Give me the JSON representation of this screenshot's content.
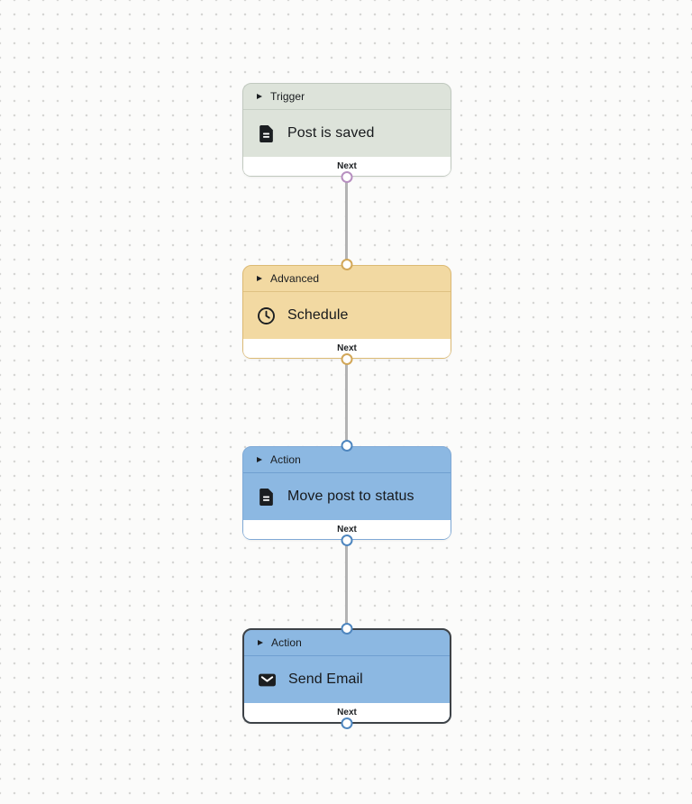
{
  "canvas": {
    "background": "#fbfbfa",
    "dot_color": "#d6d6d4",
    "connector_color": "#b3b3b3"
  },
  "nodes": [
    {
      "category": "Trigger",
      "title": "Post is saved",
      "icon": "document-icon",
      "footer_label": "Next",
      "has_input": false,
      "has_output": true,
      "selected": false,
      "colors": {
        "fill": "#dde3da",
        "border": "#c1c9bf",
        "separator": "#c7cfc5",
        "port": "#b78fc0"
      }
    },
    {
      "category": "Advanced",
      "title": "Schedule",
      "icon": "clock-icon",
      "footer_label": "Next",
      "has_input": true,
      "has_output": true,
      "selected": false,
      "colors": {
        "fill": "#f2d9a2",
        "border": "#dcba74",
        "separator": "#dfc183",
        "port": "#d2a758"
      }
    },
    {
      "category": "Action",
      "title": "Move post to status",
      "icon": "document-icon",
      "footer_label": "Next",
      "has_input": true,
      "has_output": true,
      "selected": false,
      "colors": {
        "fill": "#8cb8e2",
        "border": "#7fa9d6",
        "separator": "#6f9fd0",
        "port": "#4e86bf"
      }
    },
    {
      "category": "Action",
      "title": "Send Email",
      "icon": "envelope-icon",
      "footer_label": "Next",
      "has_input": true,
      "has_output": true,
      "selected": true,
      "colors": {
        "fill": "#8cb8e2",
        "border": "#3d4247",
        "separator": "#6f9fd0",
        "port": "#4e86bf"
      }
    }
  ]
}
